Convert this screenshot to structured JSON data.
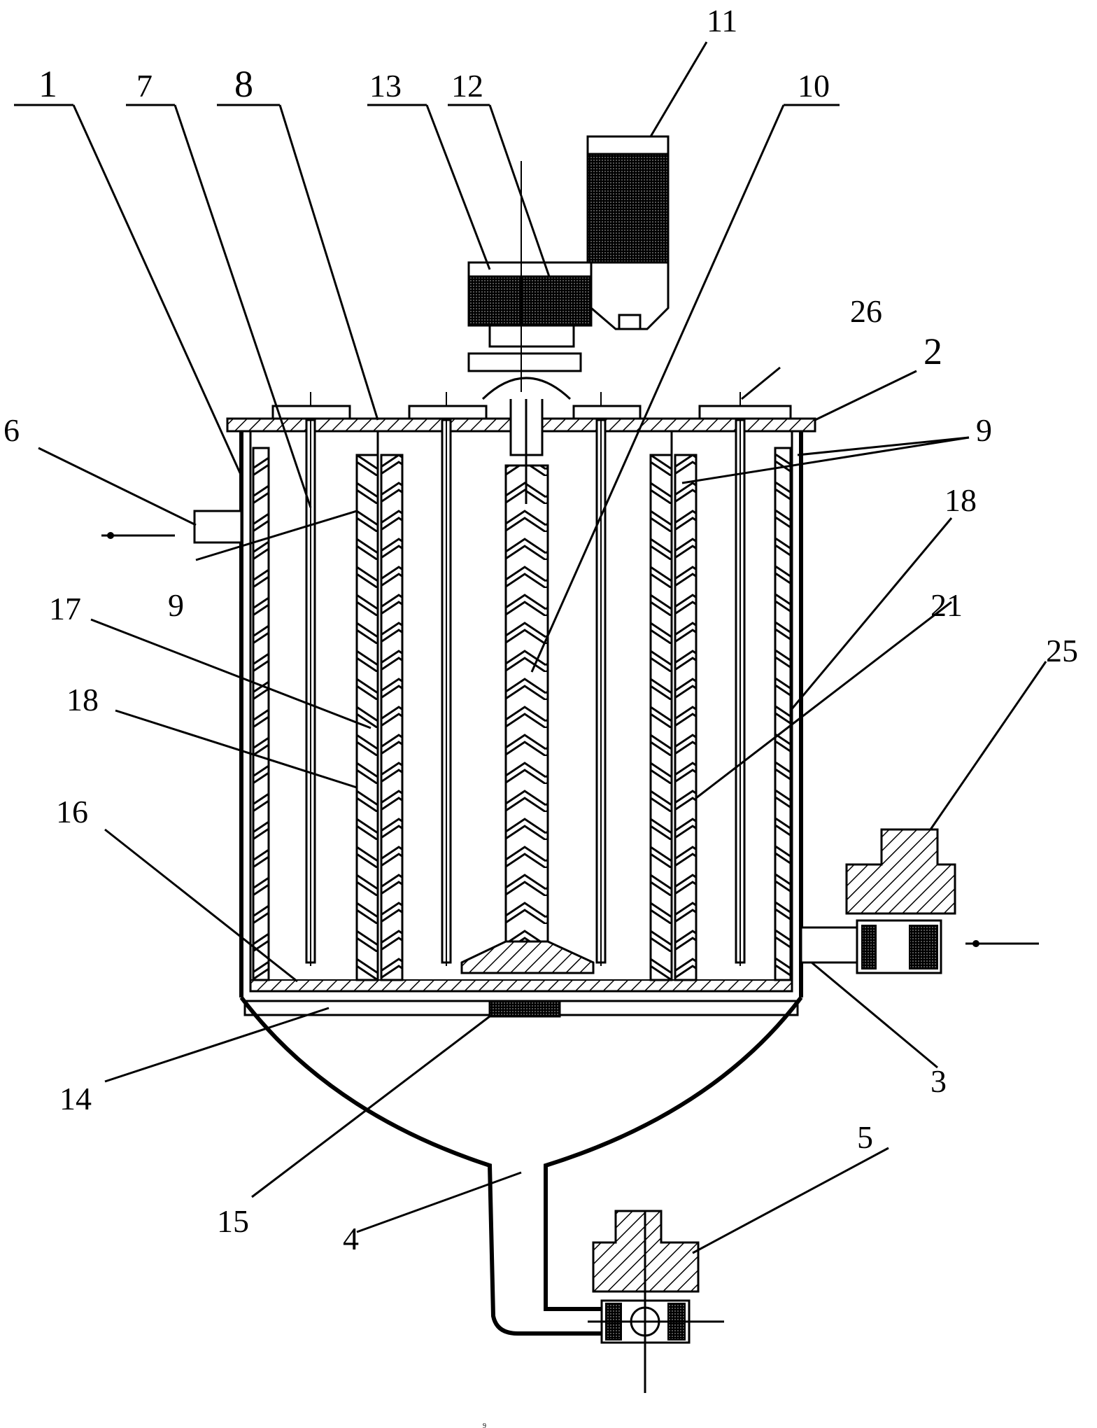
{
  "labels": {
    "l1": "1",
    "l2": "2",
    "l3": "3",
    "l4": "4",
    "l5": "5",
    "l6": "6",
    "l7": "7",
    "l8": "8",
    "l9a": "9",
    "l9b": "9",
    "l9c": "9",
    "l10": "10",
    "l11": "11",
    "l12": "12",
    "l13": "13",
    "l14": "14",
    "l15": "15",
    "l16": "16",
    "l17": "17",
    "l18a": "18",
    "l18b": "18",
    "l21": "21",
    "l25": "25",
    "l26": "26"
  },
  "colors": {
    "ink": "#000000",
    "paper": "#ffffff"
  }
}
